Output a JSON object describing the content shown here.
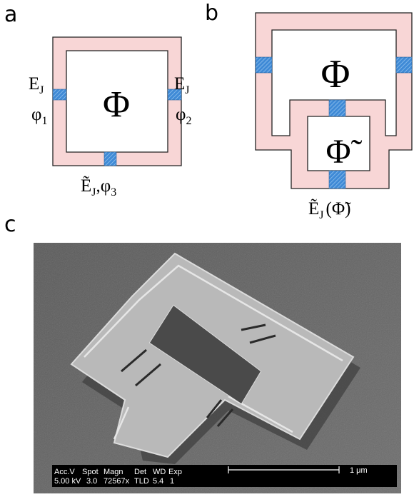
{
  "panels": {
    "a": "a",
    "b": "b",
    "c": "c"
  },
  "colors": {
    "ring_fill": "#f8d6d6",
    "ring_stroke": "#222222",
    "junction": "#4a90d9"
  },
  "diagram_a": {
    "center_symbol": "Φ",
    "left_junction": {
      "energy": "E",
      "energy_sub": "J",
      "phase": "φ",
      "phase_sub": "1"
    },
    "right_junction": {
      "energy": "E",
      "energy_sub": "J",
      "phase": "φ",
      "phase_sub": "2"
    },
    "bottom_junction": {
      "energy": "Ẽ",
      "energy_sub": "J",
      "sep": ",",
      "phase": "φ",
      "phase_sub": "3"
    }
  },
  "diagram_b": {
    "outer_symbol": "Φ",
    "inner_symbol": "Φ̃",
    "bottom_label": {
      "energy": "Ẽ",
      "energy_sub": "J",
      "arg_open": "(",
      "arg": "Φ̃",
      "arg_close": ")"
    }
  },
  "sem": {
    "info_headers": [
      "Acc.V",
      "Spot",
      "Magn",
      "Det",
      "WD",
      "Exp"
    ],
    "info_values": [
      "5.00 kV",
      "3.0",
      "72567x",
      "TLD",
      "5.4",
      "1"
    ],
    "scale_label": "1 μm"
  }
}
